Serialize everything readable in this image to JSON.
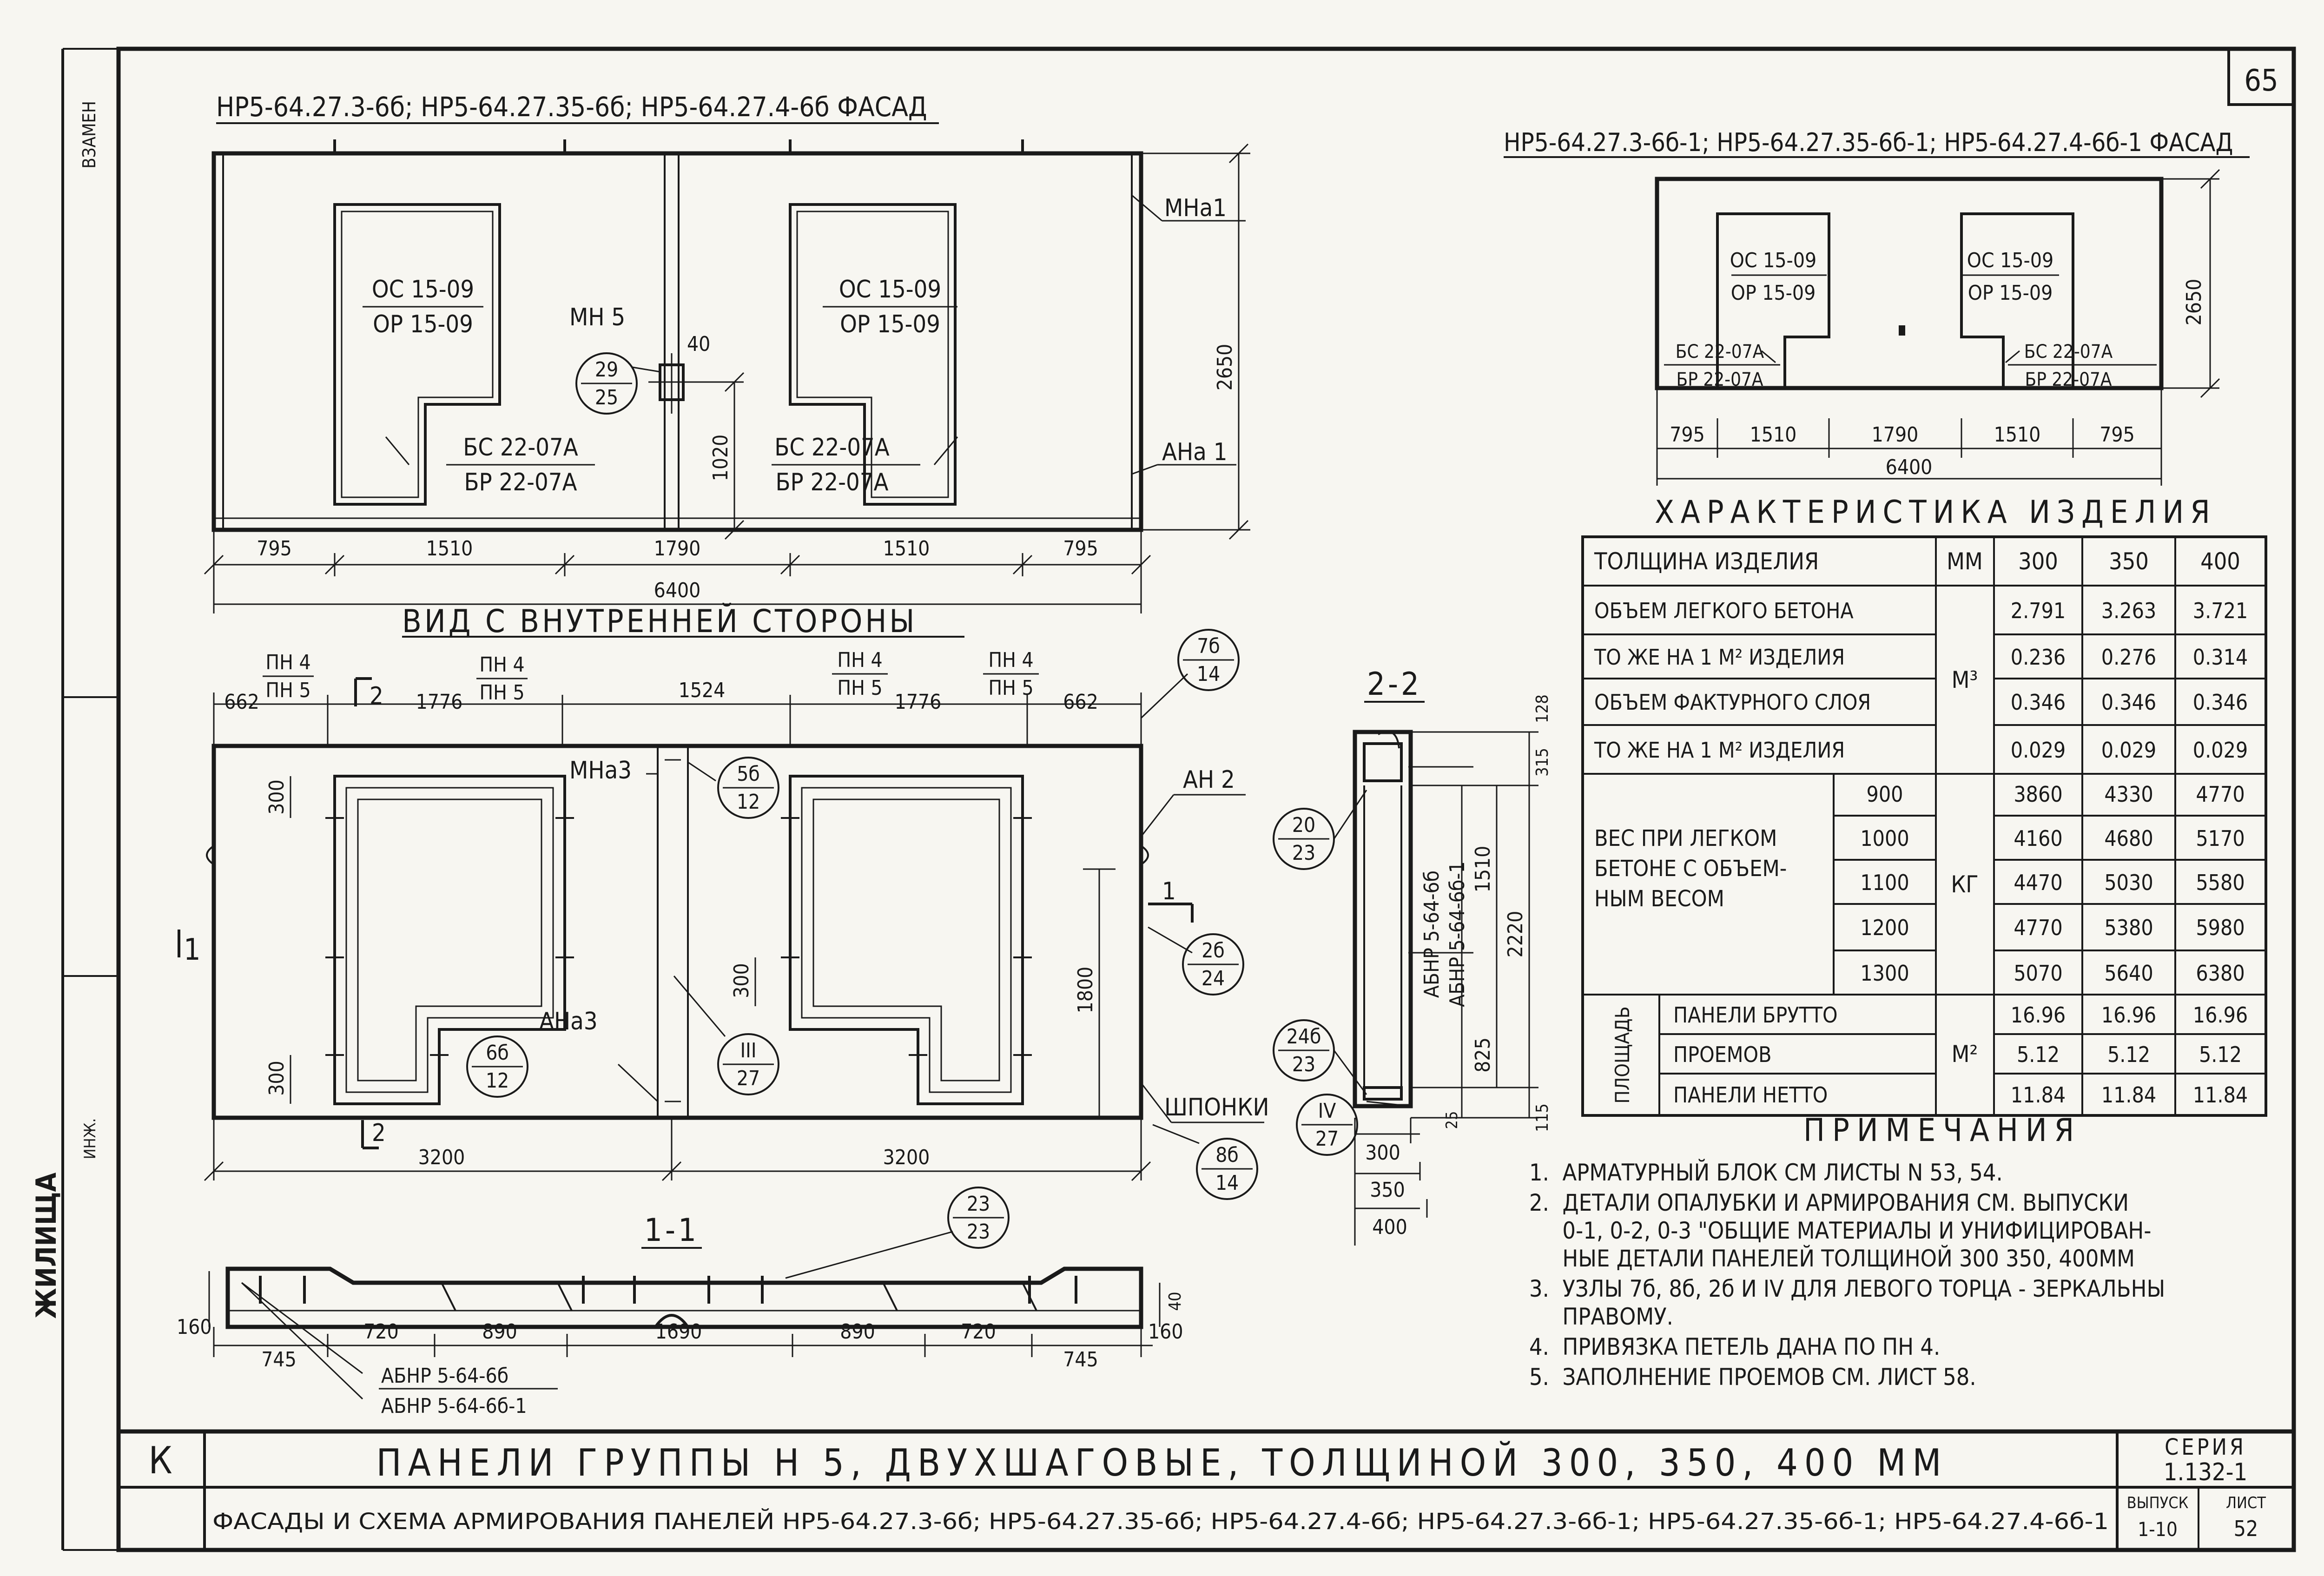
{
  "sheet": {
    "number": "65",
    "left_margin_label": "ВЗАМЕН",
    "left_stamp_org": "ЖИЛИЩА",
    "left_stamp_small": "ИНЖ."
  },
  "facade_main": {
    "title": "НР5-64.27.3-6б; НР5-64.27.35-6б; НР5-64.27.4-6б   ФАСАД",
    "window_left_top": "ОС 15-09",
    "window_left_bottom": "ОР 15-09",
    "door_left_top": "БС 22-07А",
    "door_left_bottom": "БР 22-07А",
    "window_right_top": "ОС 15-09",
    "window_right_bottom": "ОР 15-09",
    "door_right_top": "БС 22-07А",
    "door_right_bottom": "БР 22-07А",
    "mn5": "МН 5",
    "dim_40": "40",
    "callout_top": "29",
    "callout_bottom": "25",
    "mna1": "МНа1",
    "ana1": "АНа 1",
    "dim_h_total": "2650",
    "dim_1020": "1020",
    "dims_bottom": [
      "795",
      "1510",
      "1790",
      "1510",
      "795"
    ],
    "dim_total": "6400"
  },
  "facade_small": {
    "title": "НР5-64.27.3-6б-1; НР5-64.27.35-6б-1; НР5-64.27.4-6б-1 ФАСАД",
    "window_left_top": "ОС 15-09",
    "window_left_bottom": "ОР 15-09",
    "door_left_top": "БС 22-07А",
    "door_left_bottom": "БР 22-07А",
    "window_right_top": "ОС 15-09",
    "window_right_bottom": "ОР 15-09",
    "door_right_top": "БС 22-07А",
    "door_right_bottom": "БР 22-07А",
    "dim_h_total": "2650",
    "dims_bottom": [
      "795",
      "1510",
      "1790",
      "1510",
      "795"
    ],
    "dim_total": "6400"
  },
  "inner_view": {
    "title": "ВИД С ВНУТРЕННЕЙ СТОРОНЫ",
    "dims_top": [
      "662",
      "1776",
      "1524",
      "1776",
      "662"
    ],
    "pn_labels": [
      {
        "top": "ПН 4",
        "bottom": "ПН 5"
      },
      {
        "top": "ПН 4",
        "bottom": "ПН 5"
      },
      {
        "top": "ПН 4",
        "bottom": "ПН 5"
      },
      {
        "top": "ПН 4",
        "bottom": "ПН 5"
      }
    ],
    "section_mark_2": "2",
    "section_mark_1": "1",
    "mna3": "МНа3",
    "ana3": "АНа3",
    "an2": "АН 2",
    "shponki": "ШПОНКИ",
    "dim_300a": "300",
    "dim_300b": "300",
    "dim_300c": "300",
    "dim_1800": "1800",
    "dims_bottom": [
      "3200",
      "3200"
    ],
    "callouts": [
      {
        "top": "7б",
        "bottom": "14"
      },
      {
        "top": "5б",
        "bottom": "12"
      },
      {
        "top": "2б",
        "bottom": "24"
      },
      {
        "top": "6б",
        "bottom": "12"
      },
      {
        "top": "III",
        "bottom": "27"
      },
      {
        "top": "IV",
        "bottom": "27"
      },
      {
        "top": "8б",
        "bottom": "14"
      }
    ]
  },
  "section_11": {
    "title": "1-1",
    "callout_top": "23",
    "callout_bottom": "23",
    "dims": [
      "745",
      "720",
      "890",
      "1690",
      "890",
      "720",
      "745"
    ],
    "dim_160_left": "160",
    "dim_160_right": "160",
    "dim_40": "40",
    "label_1": "АБНР 5-64-6б",
    "label_2": "АБНР 5-64-6б-1"
  },
  "section_22": {
    "title": "2-2",
    "callout_a_top": "20",
    "callout_a_bottom": "23",
    "callout_b_top": "24б",
    "callout_b_bottom": "23",
    "label_1": "АБНР 5-64-6б",
    "label_2": "АБНР 5-64-6б-1",
    "dims_right": [
      "128",
      "315",
      "1510",
      "2220",
      "825",
      "25",
      "115"
    ],
    "dims_bottom": [
      "300",
      "350",
      "400"
    ]
  },
  "characteristics": {
    "title": "ХАРАКТЕРИСТИКА ИЗДЕЛИЯ",
    "col_thick": "ТОЛЩИНА ИЗДЕЛИЯ",
    "col_unit": "ММ",
    "thickness": [
      "300",
      "350",
      "400"
    ],
    "rows": [
      {
        "label": "ОБЪЕМ ЛЕГКОГО БЕТОНА",
        "values": [
          "2.791",
          "3.263",
          "3.721"
        ]
      },
      {
        "label": "ТО ЖЕ НА 1 М² ИЗДЕЛИЯ",
        "values": [
          "0.236",
          "0.276",
          "0.314"
        ]
      },
      {
        "label": "ОБЪЕМ ФАКТУРНОГО СЛОЯ",
        "values": [
          "0.346",
          "0.346",
          "0.346"
        ]
      },
      {
        "label": "ТО ЖЕ НА 1 М² ИЗДЕЛИЯ",
        "values": [
          "0.029",
          "0.029",
          "0.029"
        ]
      }
    ],
    "unit_m3": "М³",
    "weight_label": [
      "ВЕС ПРИ ЛЕГКОМ",
      "БЕТОНЕ С ОБЪЕМ-",
      "НЫМ ВЕСОМ"
    ],
    "unit_kg": "КГ",
    "weight_rows": [
      {
        "density": "900",
        "values": [
          "3860",
          "4330",
          "4770"
        ]
      },
      {
        "density": "1000",
        "values": [
          "4160",
          "4680",
          "5170"
        ]
      },
      {
        "density": "1100",
        "values": [
          "4470",
          "5030",
          "5580"
        ]
      },
      {
        "density": "1200",
        "values": [
          "4770",
          "5380",
          "5980"
        ]
      },
      {
        "density": "1300",
        "values": [
          "5070",
          "5640",
          "6380"
        ]
      }
    ],
    "area_label": "ПЛОЩАДЬ",
    "unit_m2": "М²",
    "area_rows": [
      {
        "label": "ПАНЕЛИ БРУТТО",
        "values": [
          "16.96",
          "16.96",
          "16.96"
        ]
      },
      {
        "label": "ПРОЕМОВ",
        "values": [
          "5.12",
          "5.12",
          "5.12"
        ]
      },
      {
        "label": "ПАНЕЛИ НЕТТО",
        "values": [
          "11.84",
          "11.84",
          "11.84"
        ]
      }
    ]
  },
  "notes": {
    "title": "ПРИМЕЧАНИЯ",
    "items": [
      "1.  АРМАТУРНЫЙ БЛОК СМ ЛИСТЫ N 53, 54.",
      "2.  ДЕТАЛИ ОПАЛУБКИ И АРМИРОВАНИЯ СМ. ВЫПУСКИ",
      "     0-1, 0-2, 0-3 \"ОБЩИЕ МАТЕРИАЛЫ И УНИФИЦИРОВАН-",
      "     НЫЕ ДЕТАЛИ ПАНЕЛЕЙ ТОЛЩИНОЙ 300 350, 400ММ",
      "3.  УЗЛЫ 7б, 8б, 2б И IV ДЛЯ ЛЕВОГО ТОРЦА - ЗЕРКАЛЬНЫ",
      "     ПРАВОМУ.",
      "4.  ПРИВЯЗКА ПЕТЕЛЬ ДАНА ПО ПН 4.",
      "5.  ЗАПОЛНЕНИЕ ПРОЕМОВ СМ. ЛИСТ 58."
    ]
  },
  "title_block": {
    "k": "К",
    "title": "ПАНЕЛИ ГРУППЫ Н 5, ДВУХШАГОВЫЕ, ТОЛЩИНОЙ 300, 350, 400 ММ",
    "subtitle": "ФАСАДЫ И СХЕМА АРМИРОВАНИЯ ПАНЕЛЕЙ НР5-64.27.3-6б; НР5-64.27.35-6б; НР5-64.27.4-6б; НР5-64.27.3-6б-1; НР5-64.27.35-6б-1; НР5-64.27.4-6б-1",
    "series_label": "СЕРИЯ",
    "series_value": "1.132-1",
    "vypusk_label": "ВЫПУСК",
    "vypusk_value": "1-10",
    "list_label": "ЛИСТ",
    "list_value": "52"
  }
}
